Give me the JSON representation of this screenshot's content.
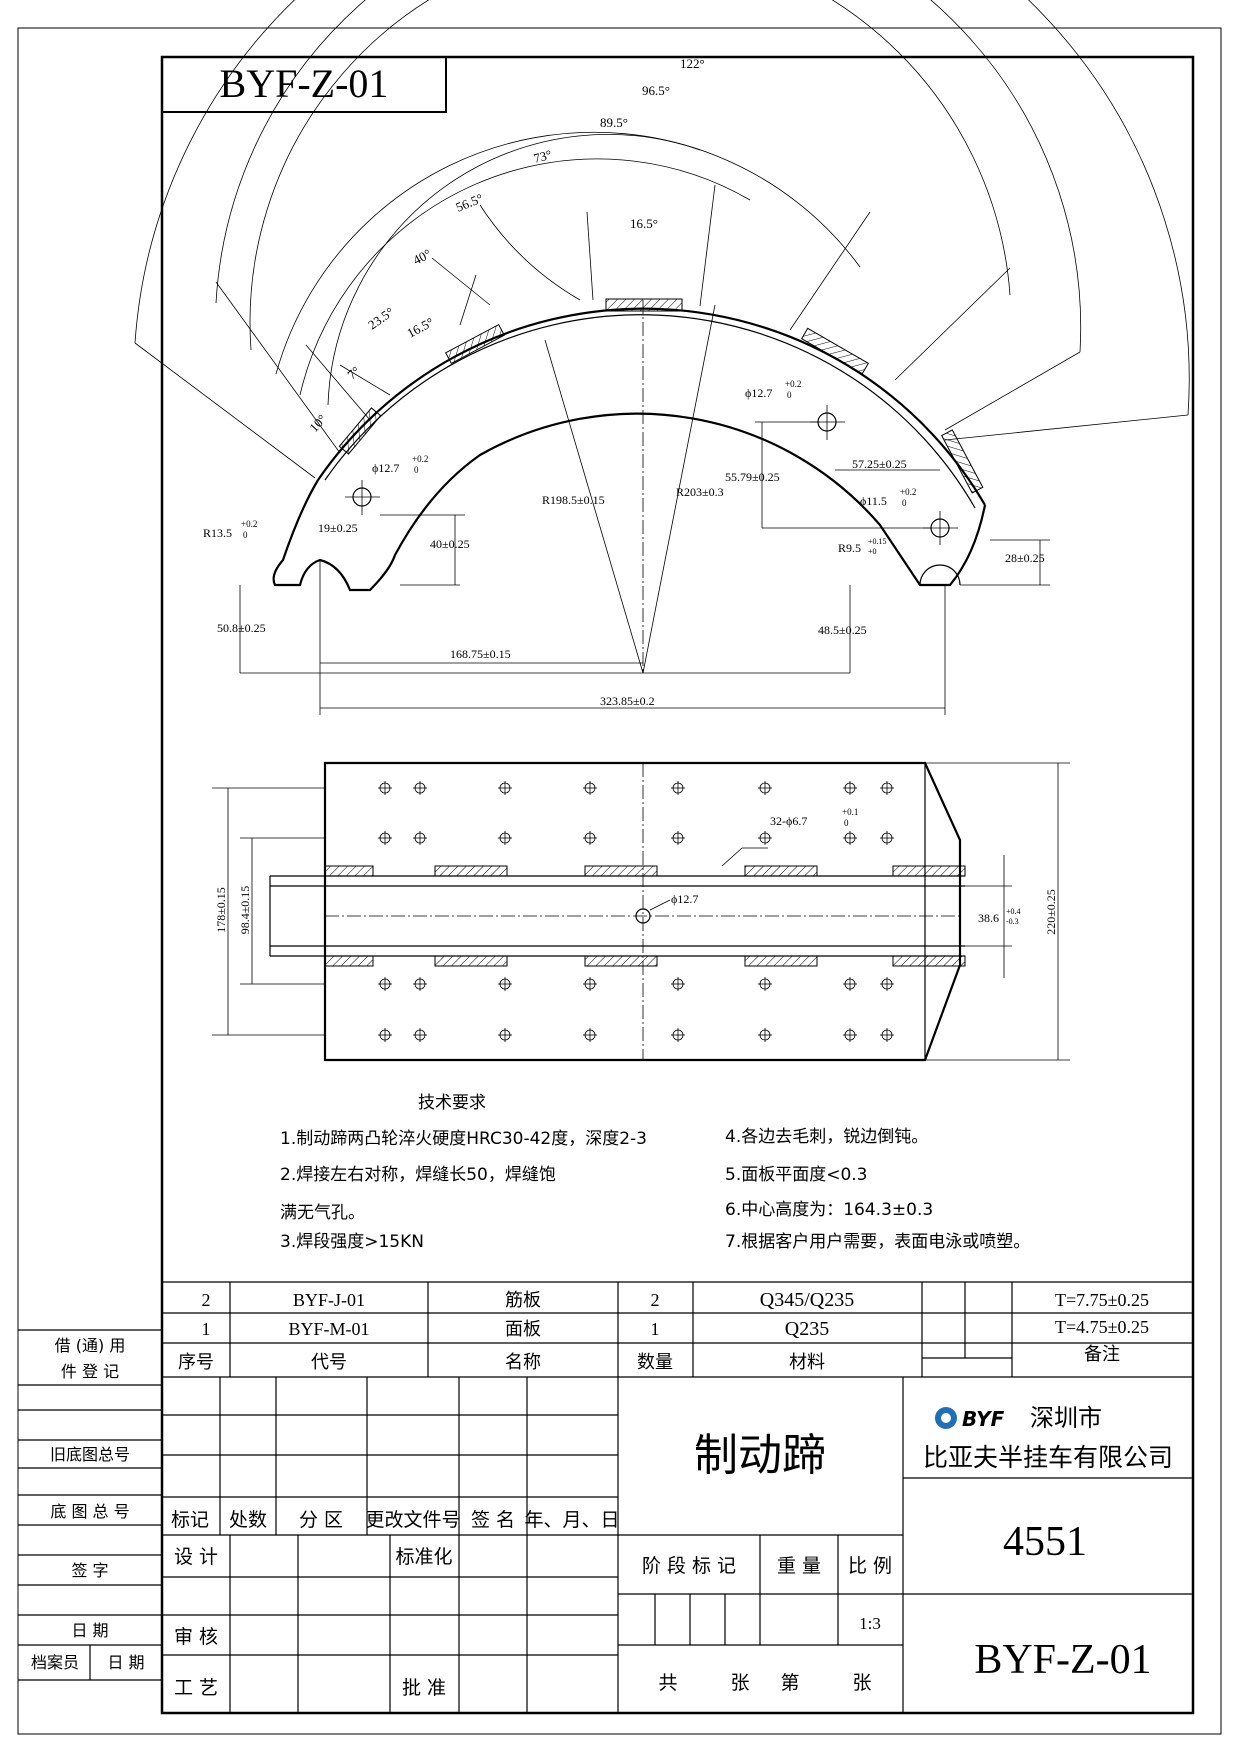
{
  "header": {
    "drawing_number": "BYF-Z-01"
  },
  "dims_top": {
    "ang_122": "122°",
    "ang_96_5": "96.5°",
    "ang_89_5": "89.5°",
    "ang_73": "73°",
    "ang_56_5": "56.5°",
    "ang_40": "40°",
    "ang_23_5": "23.5°",
    "ang_16_5_l": "16.5°",
    "ang_7": "7°",
    "ang_10": "10°",
    "ang_16_5_c": "16.5°",
    "hole_l": "ϕ12.7",
    "hole_l_tol": "+0.2",
    "hole_l_tol0": "0",
    "hole_tr": "ϕ12.7",
    "hole_tr_tol": "+0.2",
    "hole_tr_tol0": "0",
    "hole_r": "ϕ11.5",
    "hole_r_tol": "+0.2",
    "hole_r_tol0": "0",
    "r13_5": "R13.5",
    "r13_5_tol": "+0.2",
    "r13_5_tol0": "0",
    "r9_5": "R9.5",
    "r9_5_tol": "+0.15",
    "r9_5_tol0": "+0",
    "d19": "19±0.25",
    "d40": "40±0.25",
    "r198_5": "R198.5±0.15",
    "r203": "R203±0.3",
    "d55_79": "55.79±0.25",
    "d57_25": "57.25±0.25",
    "d28": "28±0.25",
    "d50_8": "50.8±0.25",
    "d168_75": "168.75±0.15",
    "d48_5": "48.5±0.25",
    "d323_85": "323.85±0.2"
  },
  "dims_plan": {
    "holes": "32-ϕ6.7",
    "holes_tol": "+0.1",
    "holes_tol0": "0",
    "center_hole": "ϕ12.7",
    "d178": "178±0.15",
    "d98_4": "98.4±0.15",
    "d38_6": "38.6",
    "d38_6_tol": "+0.4",
    "d38_6_tol0": "-0.3",
    "d220": "220±0.25"
  },
  "tech": {
    "title": "技术要求",
    "items": [
      "1.制动蹄两凸轮淬火硬度HRC30-42度，深度2-3",
      "2.焊接左右对称，焊缝长50，焊缝饱",
      "满无气孔。",
      "3.焊段强度>15KN",
      "4.各边去毛刺，锐边倒钝。",
      "5.面板平面度<0.3",
      "6.中心高度为：164.3±0.3",
      "7.根据客户用户需要，表面电泳或喷塑。"
    ]
  },
  "bom": {
    "rows": [
      {
        "no": "2",
        "code": "BYF-J-01",
        "name": "筋板",
        "qty": "2",
        "material": "Q345/Q235",
        "note": "T=7.75±0.25"
      },
      {
        "no": "1",
        "code": "BYF-M-01",
        "name": "面板",
        "qty": "1",
        "material": "Q235",
        "note": "T=4.75±0.25"
      }
    ],
    "header": {
      "no": "序号",
      "code": "代号",
      "name": "名称",
      "qty": "数量",
      "material": "材料",
      "note": "备注"
    }
  },
  "title_block": {
    "part_name": "制动蹄",
    "logo": "BYF",
    "company_l1": "深圳市",
    "company_l2": "比亚夫半挂车有限公司",
    "number": "4551",
    "drawing_no": "BYF-Z-01",
    "scale": "1:3",
    "rev_headers": [
      "标记",
      "处数",
      "分 区",
      "更改文件号",
      "签 名",
      "年、月、日"
    ],
    "design": "设 计",
    "standard": "标准化",
    "review": "审 核",
    "process": "工 艺",
    "approve": "批 准",
    "stage": "阶 段 标 记",
    "weight": "重 量",
    "ratio": "比 例",
    "sheets": [
      "共",
      "张",
      "第",
      "张"
    ]
  },
  "side_block": {
    "borrow": "借 (通) 用",
    "register": "件   登   记",
    "old_total": "旧底图总号",
    "base_total": "底 图 总 号",
    "sign": "签     字",
    "date": "日     期",
    "archivist": "档案员",
    "date2": "日  期"
  }
}
